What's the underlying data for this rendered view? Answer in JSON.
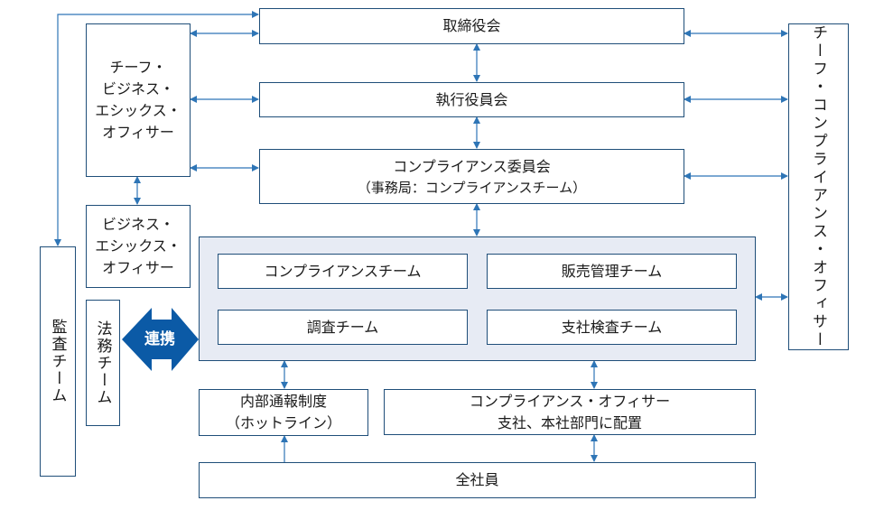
{
  "board": "取締役会",
  "executive_committee": "執行役員会",
  "compliance_committee": {
    "title": "コンプライアンス委員会",
    "subtitle": "（事務局：コンプライアンスチーム）"
  },
  "chief_business_ethics_officer": "チーフ・\nビジネス・\nエシックス・\nオフィサー",
  "business_ethics_officer": "ビジネス・\nエシックス・\nオフィサー",
  "chief_compliance_officer": "チーフ・コンプライアンス・オフィサー",
  "audit_team": "監査チーム",
  "legal_team": "法務チーム",
  "cooperation": "連携",
  "teams": {
    "compliance_team": "コンプライアンスチーム",
    "sales_management_team": "販売管理チーム",
    "investigation_team": "調査チーム",
    "branch_audit_team": "支社検査チーム"
  },
  "hotline": {
    "title": "内部通報制度",
    "subtitle": "（ホットライン）"
  },
  "compliance_officers": {
    "title": "コンプライアンス・オフィサー",
    "subtitle": "支社、本社部門に配置"
  },
  "all_employees": "全社員",
  "colors": {
    "line": "#1f4e79",
    "arrow": "#2e75b6",
    "group_fill": "#e7ebf4",
    "cooperation_fill": "#0b5aa6"
  }
}
